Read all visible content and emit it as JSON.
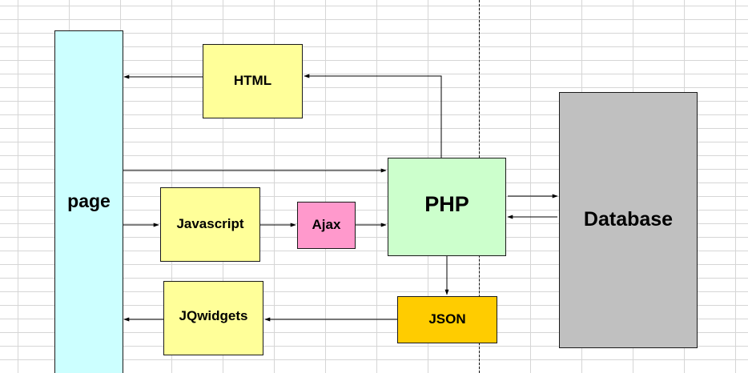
{
  "diagram": {
    "nodes": {
      "page": "page",
      "html": "HTML",
      "javascript": "Javascript",
      "ajax": "Ajax",
      "php": "PHP",
      "jqwidgets": "JQwidgets",
      "json": "JSON",
      "database": "Database"
    },
    "connections": [
      {
        "from": "php",
        "to": "html"
      },
      {
        "from": "html",
        "to": "page"
      },
      {
        "from": "page",
        "to": "php"
      },
      {
        "from": "page",
        "to": "javascript"
      },
      {
        "from": "javascript",
        "to": "ajax"
      },
      {
        "from": "ajax",
        "to": "php"
      },
      {
        "from": "php",
        "to": "database"
      },
      {
        "from": "database",
        "to": "php"
      },
      {
        "from": "php",
        "to": "json"
      },
      {
        "from": "json",
        "to": "jqwidgets"
      },
      {
        "from": "jqwidgets",
        "to": "page"
      }
    ],
    "colors": {
      "page": "#ccffff",
      "html": "#ffff99",
      "javascript": "#ffff99",
      "ajax": "#ff99cc",
      "php": "#ccffcc",
      "jqwidgets": "#ffff99",
      "json": "#ffcc00",
      "database": "#c0c0c0",
      "gridlines": "#d6d6d6"
    }
  }
}
